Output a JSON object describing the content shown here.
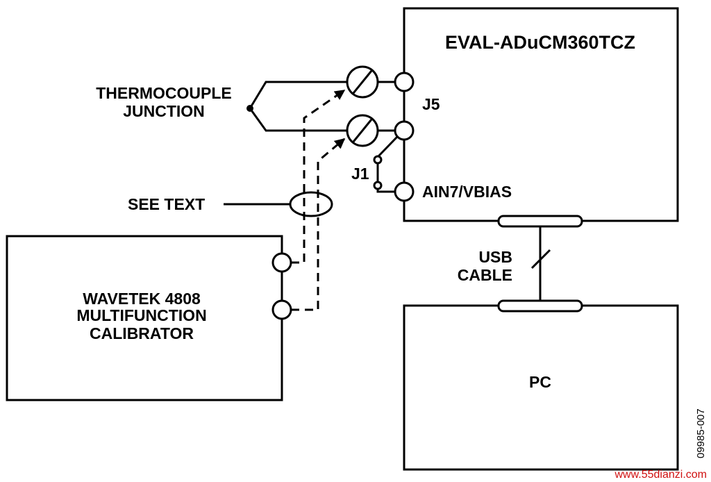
{
  "eval_board": {
    "title": "EVAL-ADuCM360TCZ",
    "j5_label": "J5",
    "ain_label": "AIN7/VBIAS",
    "j1_label": "J1"
  },
  "thermocouple": {
    "line1": "THERMOCOUPLE",
    "line2": "JUNCTION"
  },
  "see_text": {
    "label": "SEE TEXT"
  },
  "calibrator": {
    "line1": "WAVETEK 4808",
    "line2": "MULTIFUNCTION",
    "line3": "CALIBRATOR"
  },
  "usb": {
    "line1": "USB",
    "line2": "CABLE"
  },
  "pc": {
    "label": "PC"
  },
  "figure_id": "09985-007",
  "watermark": "www.55dianzi.com"
}
